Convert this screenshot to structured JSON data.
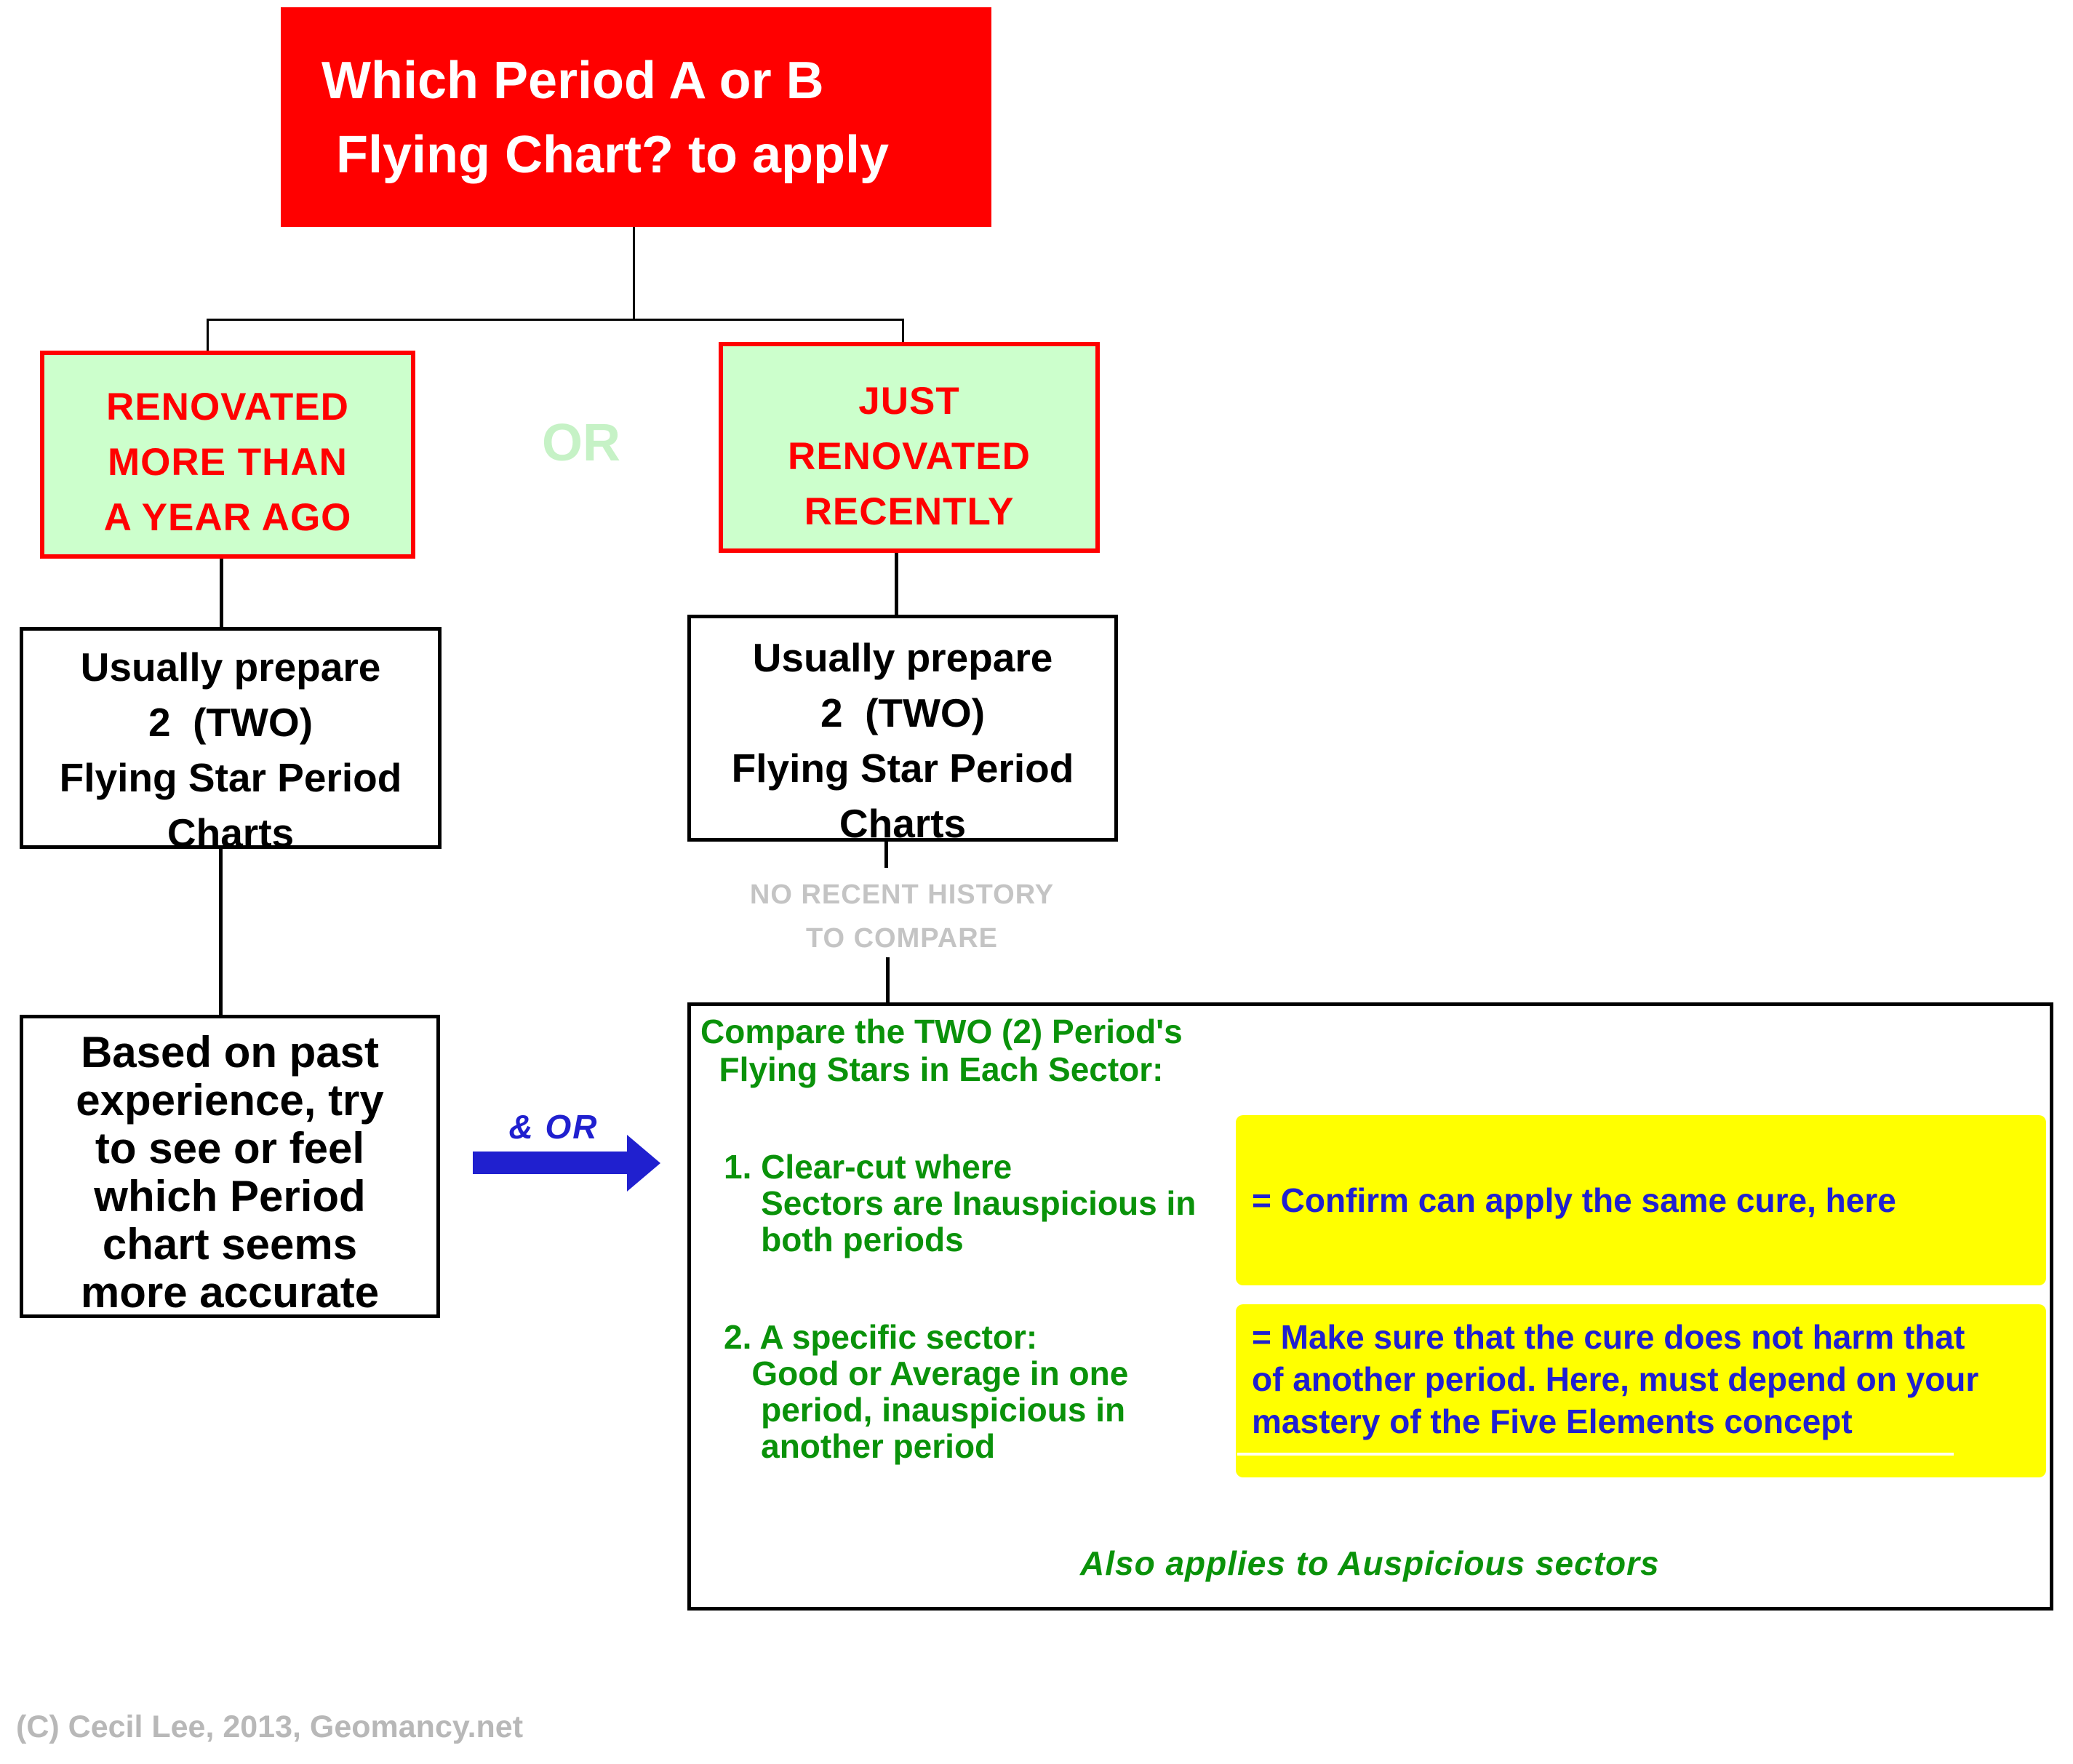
{
  "title": {
    "text": "Which Period A or B\n Flying Chart? to apply"
  },
  "branch": {
    "or_label": "OR"
  },
  "conditions": {
    "left": {
      "text": "RENOVATED\nMORE THAN\nA YEAR AGO"
    },
    "right": {
      "text": "JUST\nRENOVATED\nRECENTLY"
    }
  },
  "prepare": {
    "left": {
      "text": "Usually prepare\n2  (TWO)\nFlying Star Period\nCharts"
    },
    "right": {
      "text": "Usually prepare\n2  (TWO)\nFlying Star Period\nCharts"
    }
  },
  "no_history_note": "NO RECENT HISTORY\nTO COMPARE",
  "conclusion_left": {
    "text": "Based on past\nexperience, try\nto see or feel\nwhich Period\nchart seems\nmore accurate"
  },
  "arrow": {
    "label": "& OR"
  },
  "compare": {
    "heading": "Compare the TWO (2) Period's\n  Flying Stars in Each Sector:",
    "item1": "1. Clear-cut where\n    Sectors are Inauspicious in\n    both periods",
    "item2": "2. A specific sector:\n   Good or Average in one\n    period, inauspicious in\n    another period",
    "result1": "= Confirm can apply the same cure, here",
    "result2": "= Make sure that the cure does not harm that\nof another period. Here, must depend on your\nmastery of the Five Elements concept",
    "footnote": "Also applies to Auspicious sectors"
  },
  "footer": {
    "copyright": "(C) Cecil Lee, 2013, Geomancy.net"
  },
  "colors": {
    "title_bg": "#ff0000",
    "condition_bg": "#ccffcc",
    "condition_border": "#ff0000",
    "or_label": "#c6f2c6",
    "green_text": "#0a920a",
    "blue": "#2020cf",
    "result_bg": "#ffff00",
    "gray_note": "#c4c4c4"
  }
}
